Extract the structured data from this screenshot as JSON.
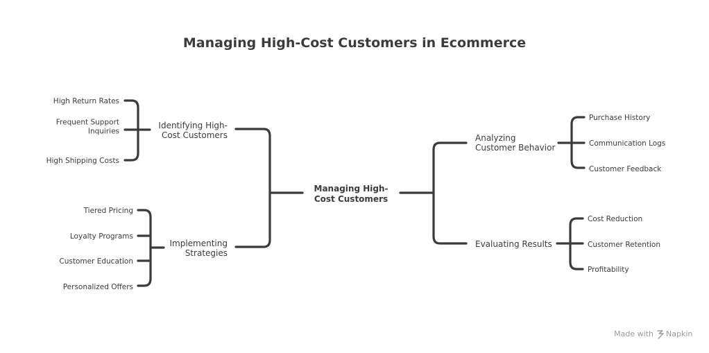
{
  "title": "Managing High-Cost Customers in Ecommerce",
  "center": {
    "lines": [
      "Managing High-",
      "Cost Customers"
    ]
  },
  "branches": [
    {
      "lines": [
        "Identifying High-",
        "Cost Customers"
      ],
      "leaves": [
        [
          "High Return Rates"
        ],
        [
          "Frequent Support",
          "Inquiries"
        ],
        [
          "High Shipping Costs"
        ]
      ]
    },
    {
      "lines": [
        "Implementing",
        "Strategies"
      ],
      "leaves": [
        [
          "Tiered Pricing"
        ],
        [
          "Loyalty Programs"
        ],
        [
          "Customer Education"
        ],
        [
          "Personalized Offers"
        ]
      ]
    },
    {
      "lines": [
        "Analyzing",
        "Customer Behavior"
      ],
      "leaves": [
        [
          "Purchase History"
        ],
        [
          "Communication Logs"
        ],
        [
          "Customer Feedback"
        ]
      ]
    },
    {
      "lines": [
        "Evaluating Results"
      ],
      "leaves": [
        [
          "Cost Reduction"
        ],
        [
          "Customer Retention"
        ],
        [
          "Profitability"
        ]
      ]
    }
  ],
  "watermark": {
    "text": "Made with",
    "brand": "Napkin",
    "icon": "napkin-logo-icon"
  }
}
